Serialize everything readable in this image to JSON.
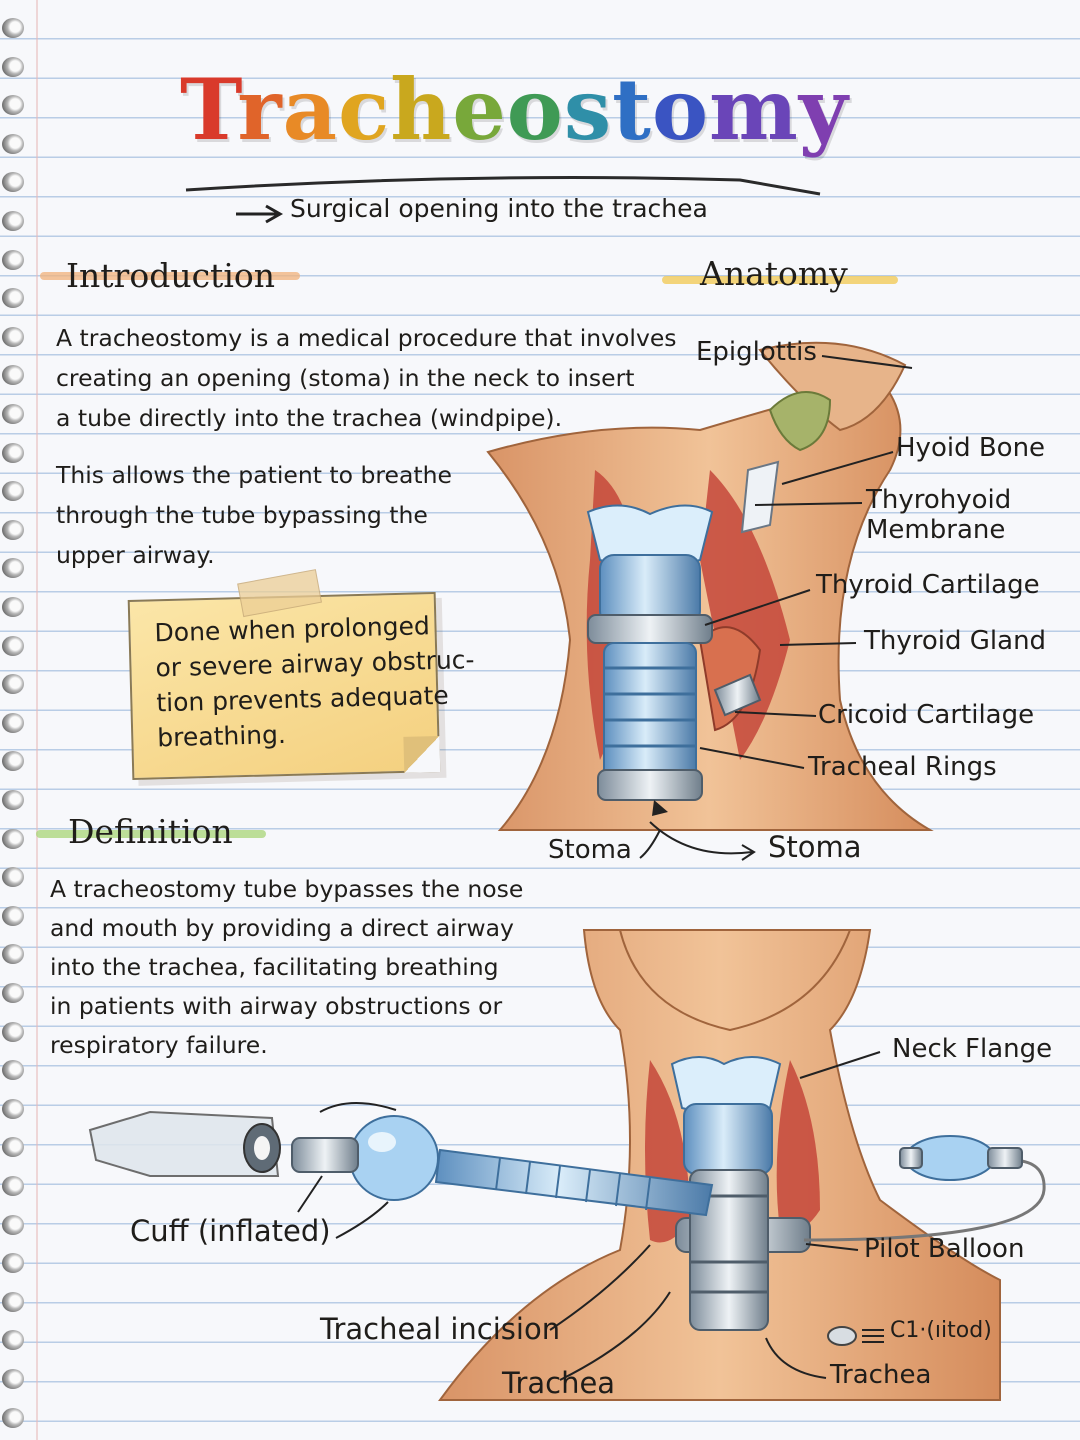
{
  "title": "Tracheostomy",
  "title_letter_colors": [
    "#d93a2b",
    "#e0642a",
    "#e88a26",
    "#e0a520",
    "#c9a81e",
    "#78a83a",
    "#3f9a55",
    "#2f8fa8",
    "#2f6fc4",
    "#3a54c2",
    "#6a45b8",
    "#7f3fb0"
  ],
  "subtitle": "Surgical opening into the trachea",
  "introduction": {
    "heading": "Introduction",
    "lines": [
      "A tracheostomy is a medical procedure that involves",
      "creating an opening (stoma) in the neck to insert",
      "a tube directly into the trachea (windpipe)."
    ],
    "lines2": [
      "This allows the patient to breathe",
      "through the tube bypassing the",
      "upper airway."
    ]
  },
  "note": {
    "lines": [
      "Done when prolonged",
      "or severe airway obstruc-",
      "tion prevents adequate",
      "breathing."
    ]
  },
  "definition": {
    "heading": "Definition",
    "lines": [
      "A tracheostomy tube bypasses the nose",
      "and mouth by providing a direct airway",
      "into the trachea, facilitating breathing",
      "in patients with airway obstructions or",
      "respiratory failure."
    ]
  },
  "anatomy": {
    "heading": "Anatomy",
    "labels": {
      "epiglottis": "Epiglottis",
      "hyoid": "Hyoid Bone",
      "thyrohyoid1": "Thyrohyoid",
      "thyrohyoid2": "Membrane",
      "thyroid_cartilage": "Thyroid Cartilage",
      "thyroid_gland": "Thyroid Gland",
      "cricoid": "Cricoid Cartilage",
      "tracheal_rings": "Tracheal Rings",
      "stoma_left": "Stoma",
      "stoma_right": "Stoma"
    }
  },
  "lower_diagram": {
    "labels": {
      "neck_flange": "Neck Flange",
      "cuff": "Cuff (inflated)",
      "pilot_balloon": "Pilot Balloon",
      "incision": "Tracheal incision",
      "trachea_left": "Trachea",
      "trachea_right": "Trachea",
      "misc": "C1·(ıitod)"
    }
  },
  "colors": {
    "skin": "#eab889",
    "skin_shadow": "#d08a5c",
    "muscle": "#c8483a",
    "tube": "#7fb3dc",
    "tube_dark": "#4a7fae",
    "note": "#f4d07f",
    "heading_intro": "#e8a860",
    "heading_def": "#9ccf6a"
  }
}
